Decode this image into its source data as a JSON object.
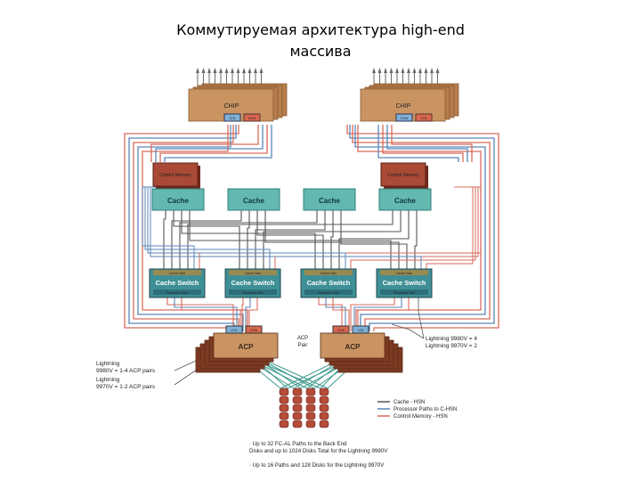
{
  "title": {
    "line1": "Коммутируемая архитектура high-end",
    "line2": "массива"
  },
  "diagram": {
    "chip_label": "CHIP",
    "chip_port_left": "LTA",
    "chip_port_right": "CHA",
    "memory_label": "Control Memory",
    "cache_label": "Cache",
    "cache_switch_label": "Cache Switch",
    "cache_switch_top": "Cache Side",
    "cache_switch_bottom": "Processor Side",
    "acp_label": "ACP",
    "acp_port_a": "LTA",
    "acp_port_b": "CHA",
    "acp_pair_line1": "ACP",
    "acp_pair_line2": "Pair",
    "lightning_right_1": "Lightning 9980V = 4",
    "lightning_right_2": "Lightning 9970V = 2",
    "lightning_left_1": "Lightning",
    "lightning_left_2": "9980V = 1-4 ACP pairs",
    "lightning_left_3": "Lightning",
    "lightning_left_4": "9970V = 1-2 ACP pairs",
    "legend": [
      {
        "label": "Cache - HSN",
        "color": "#555555"
      },
      {
        "label": "Processor Paths to C-HSN",
        "color": "#5b86b8"
      },
      {
        "label": "Control Memory - HSN",
        "color": "#d86a5a"
      }
    ],
    "notes": [
      "· Up to 32 FC-AL Paths to the Back End",
      "  Disks and up to 1024 Disks Total for the Lightning 9980V",
      "· Up to 16 Paths and 128 Disks for the Lightning 9970V"
    ],
    "colors": {
      "chip": "#c99462",
      "memory": "#a84a36",
      "cache": "#63b8b0",
      "switch": "#3f8f96",
      "disk": "#b54b3a",
      "red_line": "#d86a5a",
      "blue_line": "#5b86b8",
      "black_line": "#555555",
      "teal_line": "#3f9a8f"
    }
  }
}
